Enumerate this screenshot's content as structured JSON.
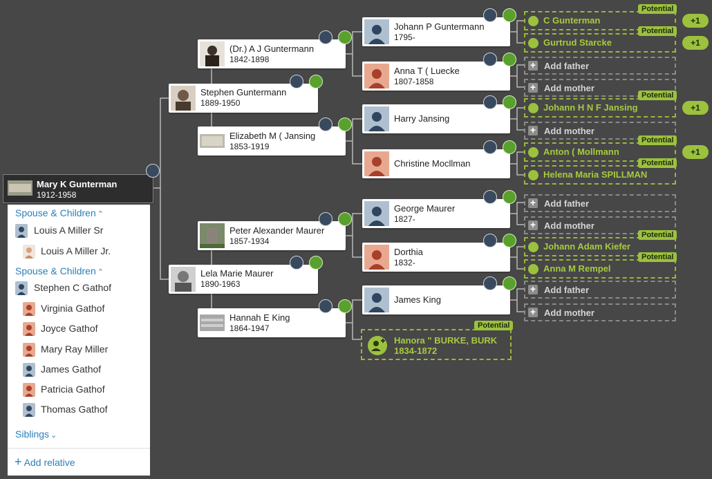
{
  "root": {
    "name": "Mary K Gunterman",
    "dates": "1912-1958"
  },
  "gen1": [
    {
      "name": "Stephen Guntermann",
      "dates": "1889-1950"
    },
    {
      "name": "Lela Marie Maurer",
      "dates": "1890-1963"
    }
  ],
  "gen2": [
    {
      "name": "(Dr.) A J Guntermann",
      "dates": "1842-1898"
    },
    {
      "name": "Elizabeth M ( Jansing",
      "dates": "1853-1919"
    },
    {
      "name": "Peter Alexander Maurer",
      "dates": "1857-1934"
    },
    {
      "name": "Hannah E King",
      "dates": "1864-1947"
    }
  ],
  "gen3": [
    {
      "name": "Johann P Guntermann",
      "dates": "1795-"
    },
    {
      "name": "Anna T ( Luecke",
      "dates": "1807-1858"
    },
    {
      "name": "Harry Jansing",
      "dates": ""
    },
    {
      "name": "Christine Mocllman",
      "dates": ""
    },
    {
      "name": "George Maurer",
      "dates": "1827-"
    },
    {
      "name": "Dorthia",
      "dates": "1832-"
    },
    {
      "name": "James King",
      "dates": ""
    }
  ],
  "potential_big": {
    "tag": "Potential",
    "name": "Hanora \" BURKE, BURK",
    "dates": "1834-1872"
  },
  "gen4": [
    {
      "kind": "potential",
      "label": "C Gunterman",
      "tag": "Potential",
      "plus": "+1"
    },
    {
      "kind": "potential",
      "label": "Gurtrud Starcke",
      "tag": "Potential",
      "plus": "+1"
    },
    {
      "kind": "add",
      "label": "Add father"
    },
    {
      "kind": "add",
      "label": "Add mother"
    },
    {
      "kind": "potential",
      "label": "Johann H N F Jansing",
      "tag": "Potential",
      "plus": "+1"
    },
    {
      "kind": "add",
      "label": "Add mother"
    },
    {
      "kind": "potential",
      "label": "Anton ( Mollmann",
      "tag": "Potential",
      "plus": "+1"
    },
    {
      "kind": "potential",
      "label": "Helena Maria SPILLMAN",
      "tag": "Potential"
    },
    {
      "kind": "add",
      "label": "Add father"
    },
    {
      "kind": "add",
      "label": "Add mother"
    },
    {
      "kind": "potential",
      "label": "Johann Adam Kiefer",
      "tag": "Potential"
    },
    {
      "kind": "potential",
      "label": "Anna M Rempel",
      "tag": "Potential"
    },
    {
      "kind": "add",
      "label": "Add father"
    },
    {
      "kind": "add",
      "label": "Add mother"
    }
  ],
  "panel": {
    "section1": "Spouse & Children",
    "section1_people": [
      {
        "name": "Louis A Miller Sr",
        "sex": "male"
      },
      {
        "name": "Louis A Miller Jr.",
        "sex": "male-photo"
      }
    ],
    "section2": "Spouse & Children",
    "section2_people": [
      {
        "name": "Stephen C Gathof",
        "sex": "male"
      },
      {
        "name": "Virginia Gathof",
        "sex": "female"
      },
      {
        "name": "Joyce Gathof",
        "sex": "female"
      },
      {
        "name": "Mary Ray Miller",
        "sex": "female"
      },
      {
        "name": "James Gathof",
        "sex": "male"
      },
      {
        "name": "Patricia Gathof",
        "sex": "female"
      },
      {
        "name": "Thomas Gathof",
        "sex": "male"
      }
    ],
    "siblings": "Siblings",
    "add_relative": "Add relative"
  },
  "colors": {
    "background": "#474747",
    "potential": "#9cc23d",
    "link": "#2b7fb8",
    "hint_badge": "#5aa02c",
    "tree_badge": "#3a4a5e"
  }
}
